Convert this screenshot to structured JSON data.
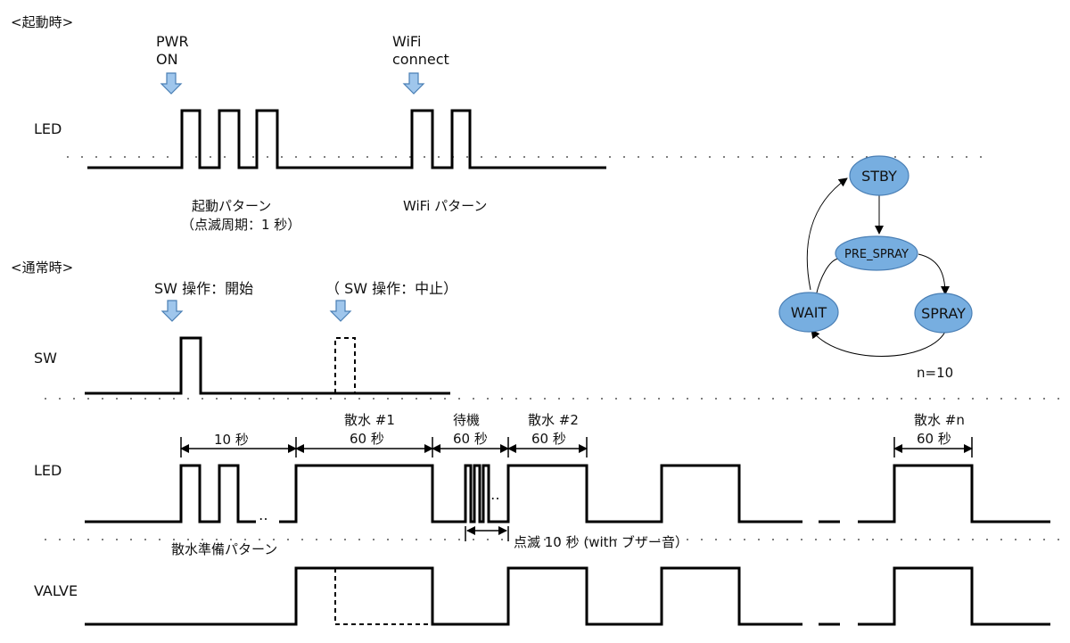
{
  "sections": {
    "startup": "<起動時>",
    "normal": "<通常時>"
  },
  "startup": {
    "pwr_on": [
      "PWR",
      "ON"
    ],
    "wifi_connect": [
      "WiFi",
      "connect"
    ],
    "led_label": "LED",
    "boot_pattern": [
      "起動パターン",
      "（点滅周期：1 秒）"
    ],
    "wifi_pattern": "WiFi パターン"
  },
  "normal": {
    "sw_start": "SW 操作：開始",
    "sw_stop": "（ SW 操作：中止）",
    "sw_label": "SW",
    "led_label": "LED",
    "valve_label": "VALVE",
    "prep_pattern": "散水準備パターン",
    "ellipsis": "‥",
    "durations": {
      "prep": "10 秒",
      "spray1_title": "散水 #1",
      "spray1_time": "60 秒",
      "wait_title": "待機",
      "wait_time": "60 秒",
      "spray2_title": "散水 #2",
      "spray2_time": "60 秒",
      "sprayn_title": "散水 #n",
      "sprayn_time": "60 秒"
    },
    "blink_note": "点滅 10 秒 (with ブザー音）"
  },
  "state_machine": {
    "nodes": [
      "STBY",
      "PRE_SPRAY",
      "SPRAY",
      "WAIT"
    ],
    "note": "n=10"
  },
  "colors": {
    "arrow_fill": "#9fc6ec",
    "arrow_stroke": "#4a7fb5",
    "node_fill": "#77aee0"
  }
}
